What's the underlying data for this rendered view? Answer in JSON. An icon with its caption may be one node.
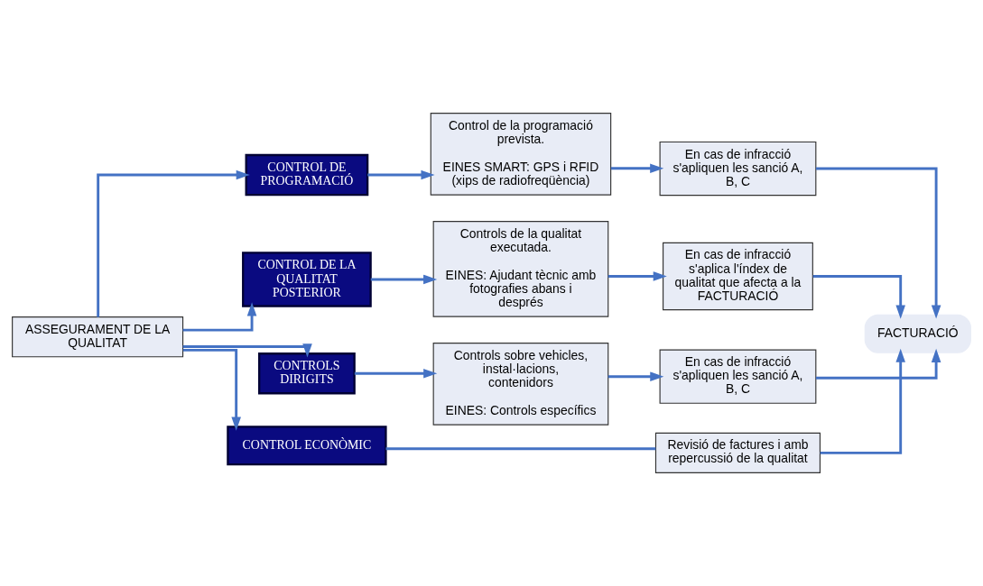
{
  "diagram": {
    "nodes": [
      {
        "text": [
          "ASSEGURAMENT DE LA QUALITAT"
        ]
      },
      {
        "text": [
          "CONTROL DE PROGRAMACIÓ"
        ]
      },
      {
        "text": [
          "Control de la programació prevista.",
          "EINES SMART: GPS i RFID (xips de radiofreqüència)"
        ]
      },
      {
        "text": [
          "En cas de infracció s'apliquen les sanció A, B, C"
        ]
      },
      {
        "text": [
          "CONTROL DE LA QUALITAT POSTERIOR"
        ]
      },
      {
        "text": [
          "Controls de la qualitat executada.",
          "EINES: Ajudant tècnic amb fotografies abans i després"
        ]
      },
      {
        "text": [
          "En cas de infracció s'aplica l'índex de qualitat que afecta a la FACTURACIÓ"
        ]
      },
      {
        "text": [
          "CONTROLS DIRIGITS"
        ]
      },
      {
        "text": [
          "Controls sobre vehicles, instal·lacions, contenidors",
          "EINES: Controls específics"
        ]
      },
      {
        "text": [
          "En cas de infracció s'apliquen les sanció A, B, C"
        ]
      },
      {
        "text": [
          "CONTROL ECONÒMIC"
        ]
      },
      {
        "text": [
          "Revisió de factures i amb repercussió de la qualitat"
        ]
      },
      {
        "text": [
          "FACTURACIÓ"
        ]
      }
    ],
    "edges": [
      {
        "from": 0,
        "to": 1,
        "arrow": "to"
      },
      {
        "from": 0,
        "to": 4,
        "arrow": "to"
      },
      {
        "from": 0,
        "to": 7,
        "arrow": "to"
      },
      {
        "from": 0,
        "to": 10,
        "arrow": "to"
      },
      {
        "from": 1,
        "to": 2,
        "arrow": "to"
      },
      {
        "from": 4,
        "to": 5,
        "arrow": "to"
      },
      {
        "from": 7,
        "to": 8,
        "arrow": "to"
      },
      {
        "from": 10,
        "to": 11,
        "arrow": "none"
      },
      {
        "from": 2,
        "to": 3,
        "arrow": "to"
      },
      {
        "from": 5,
        "to": 6,
        "arrow": "to"
      },
      {
        "from": 8,
        "to": 9,
        "arrow": "to"
      },
      {
        "from": 11,
        "to": 12,
        "arrow": "to"
      },
      {
        "from": 3,
        "to": 12,
        "arrow": "to"
      },
      {
        "from": 6,
        "to": 12,
        "arrow": "to"
      },
      {
        "from": 9,
        "to": 12,
        "arrow": "to"
      }
    ]
  }
}
